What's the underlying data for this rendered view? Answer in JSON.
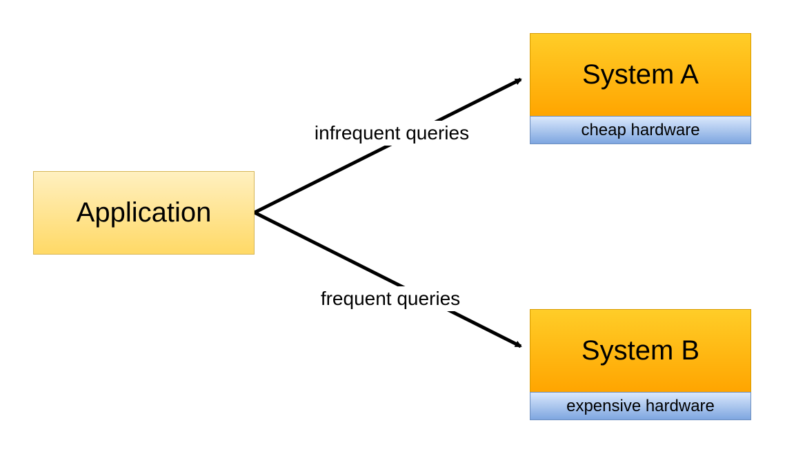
{
  "nodes": {
    "application": "Application",
    "system_a": "System A",
    "system_a_hardware": "cheap hardware",
    "system_b": "System B",
    "system_b_hardware": "expensive hardware"
  },
  "edges": {
    "to_system_a": "infrequent queries",
    "to_system_b": "frequent queries"
  },
  "colors": {
    "application_fill": "#ffd966",
    "system_fill": "#ffa500",
    "hardware_fill": "#7ea6e0",
    "arrow": "#000000"
  }
}
